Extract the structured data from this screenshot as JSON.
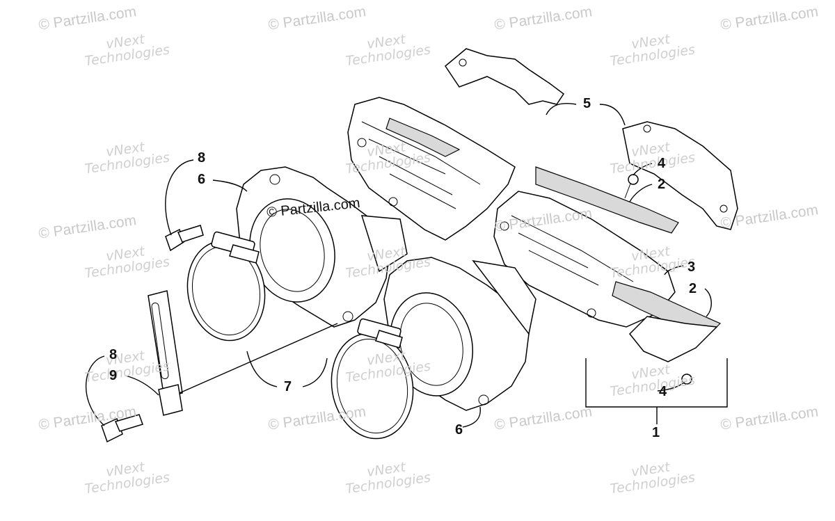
{
  "watermarks": {
    "site": "© Partzilla.com",
    "tech_line1": "vNext",
    "tech_line2": "Technologies"
  },
  "center_watermark": "© Partzilla.com",
  "callouts": [
    {
      "id": "8a",
      "label": "8"
    },
    {
      "id": "6a",
      "label": "6"
    },
    {
      "id": "5",
      "label": "5"
    },
    {
      "id": "4a",
      "label": "4"
    },
    {
      "id": "2a",
      "label": "2"
    },
    {
      "id": "3",
      "label": "3"
    },
    {
      "id": "2b",
      "label": "2"
    },
    {
      "id": "8b",
      "label": "8"
    },
    {
      "id": "9",
      "label": "9"
    },
    {
      "id": "7",
      "label": "7"
    },
    {
      "id": "6b",
      "label": "6"
    },
    {
      "id": "4b",
      "label": "4"
    },
    {
      "id": "1",
      "label": "1"
    }
  ]
}
